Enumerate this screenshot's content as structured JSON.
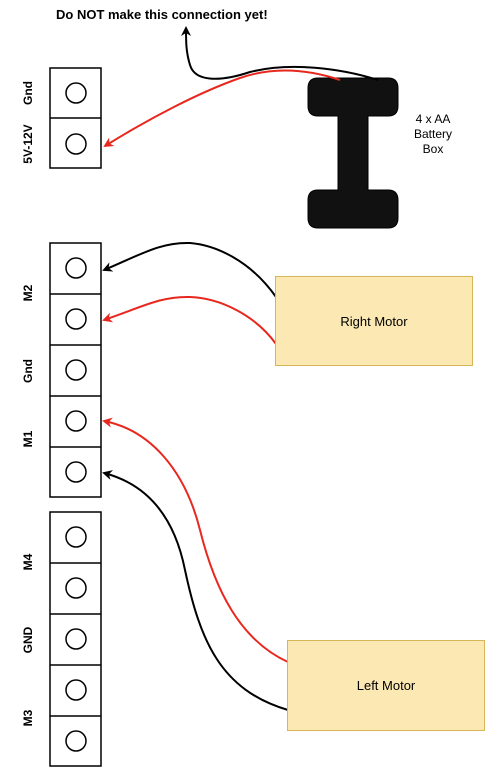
{
  "warning_note": "Do NOT make this connection yet!",
  "battery": {
    "line1": "4 x AA",
    "line2": "Battery",
    "line3": "Box"
  },
  "power_terminal_labels": {
    "gnd": "Gnd",
    "vin": "5V-12V"
  },
  "motor_terminal_labels": {
    "m2": "M2",
    "gnd": "Gnd",
    "m1": "M1",
    "m4": "M4",
    "gnd2": "GND",
    "m3": "M3"
  },
  "right_motor": "Right Motor",
  "left_motor": "Left Motor",
  "colors": {
    "wire_red": "#e8281e",
    "wire_black": "#000000",
    "motor_fill": "#fce8b2",
    "motor_border": "#d6b656"
  }
}
